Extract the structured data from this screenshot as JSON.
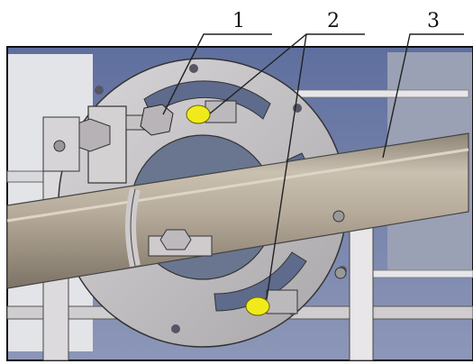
{
  "callouts": [
    {
      "label": "1"
    },
    {
      "label": "2"
    },
    {
      "label": "3"
    }
  ],
  "colors": {
    "background": "#ffffff",
    "pipe": "#b5aa98",
    "plate": "#c7c4c6",
    "sensor_cap": "#f1ea1b",
    "frame": "#d4d2d3",
    "backdrop": "#7d8bb3"
  }
}
